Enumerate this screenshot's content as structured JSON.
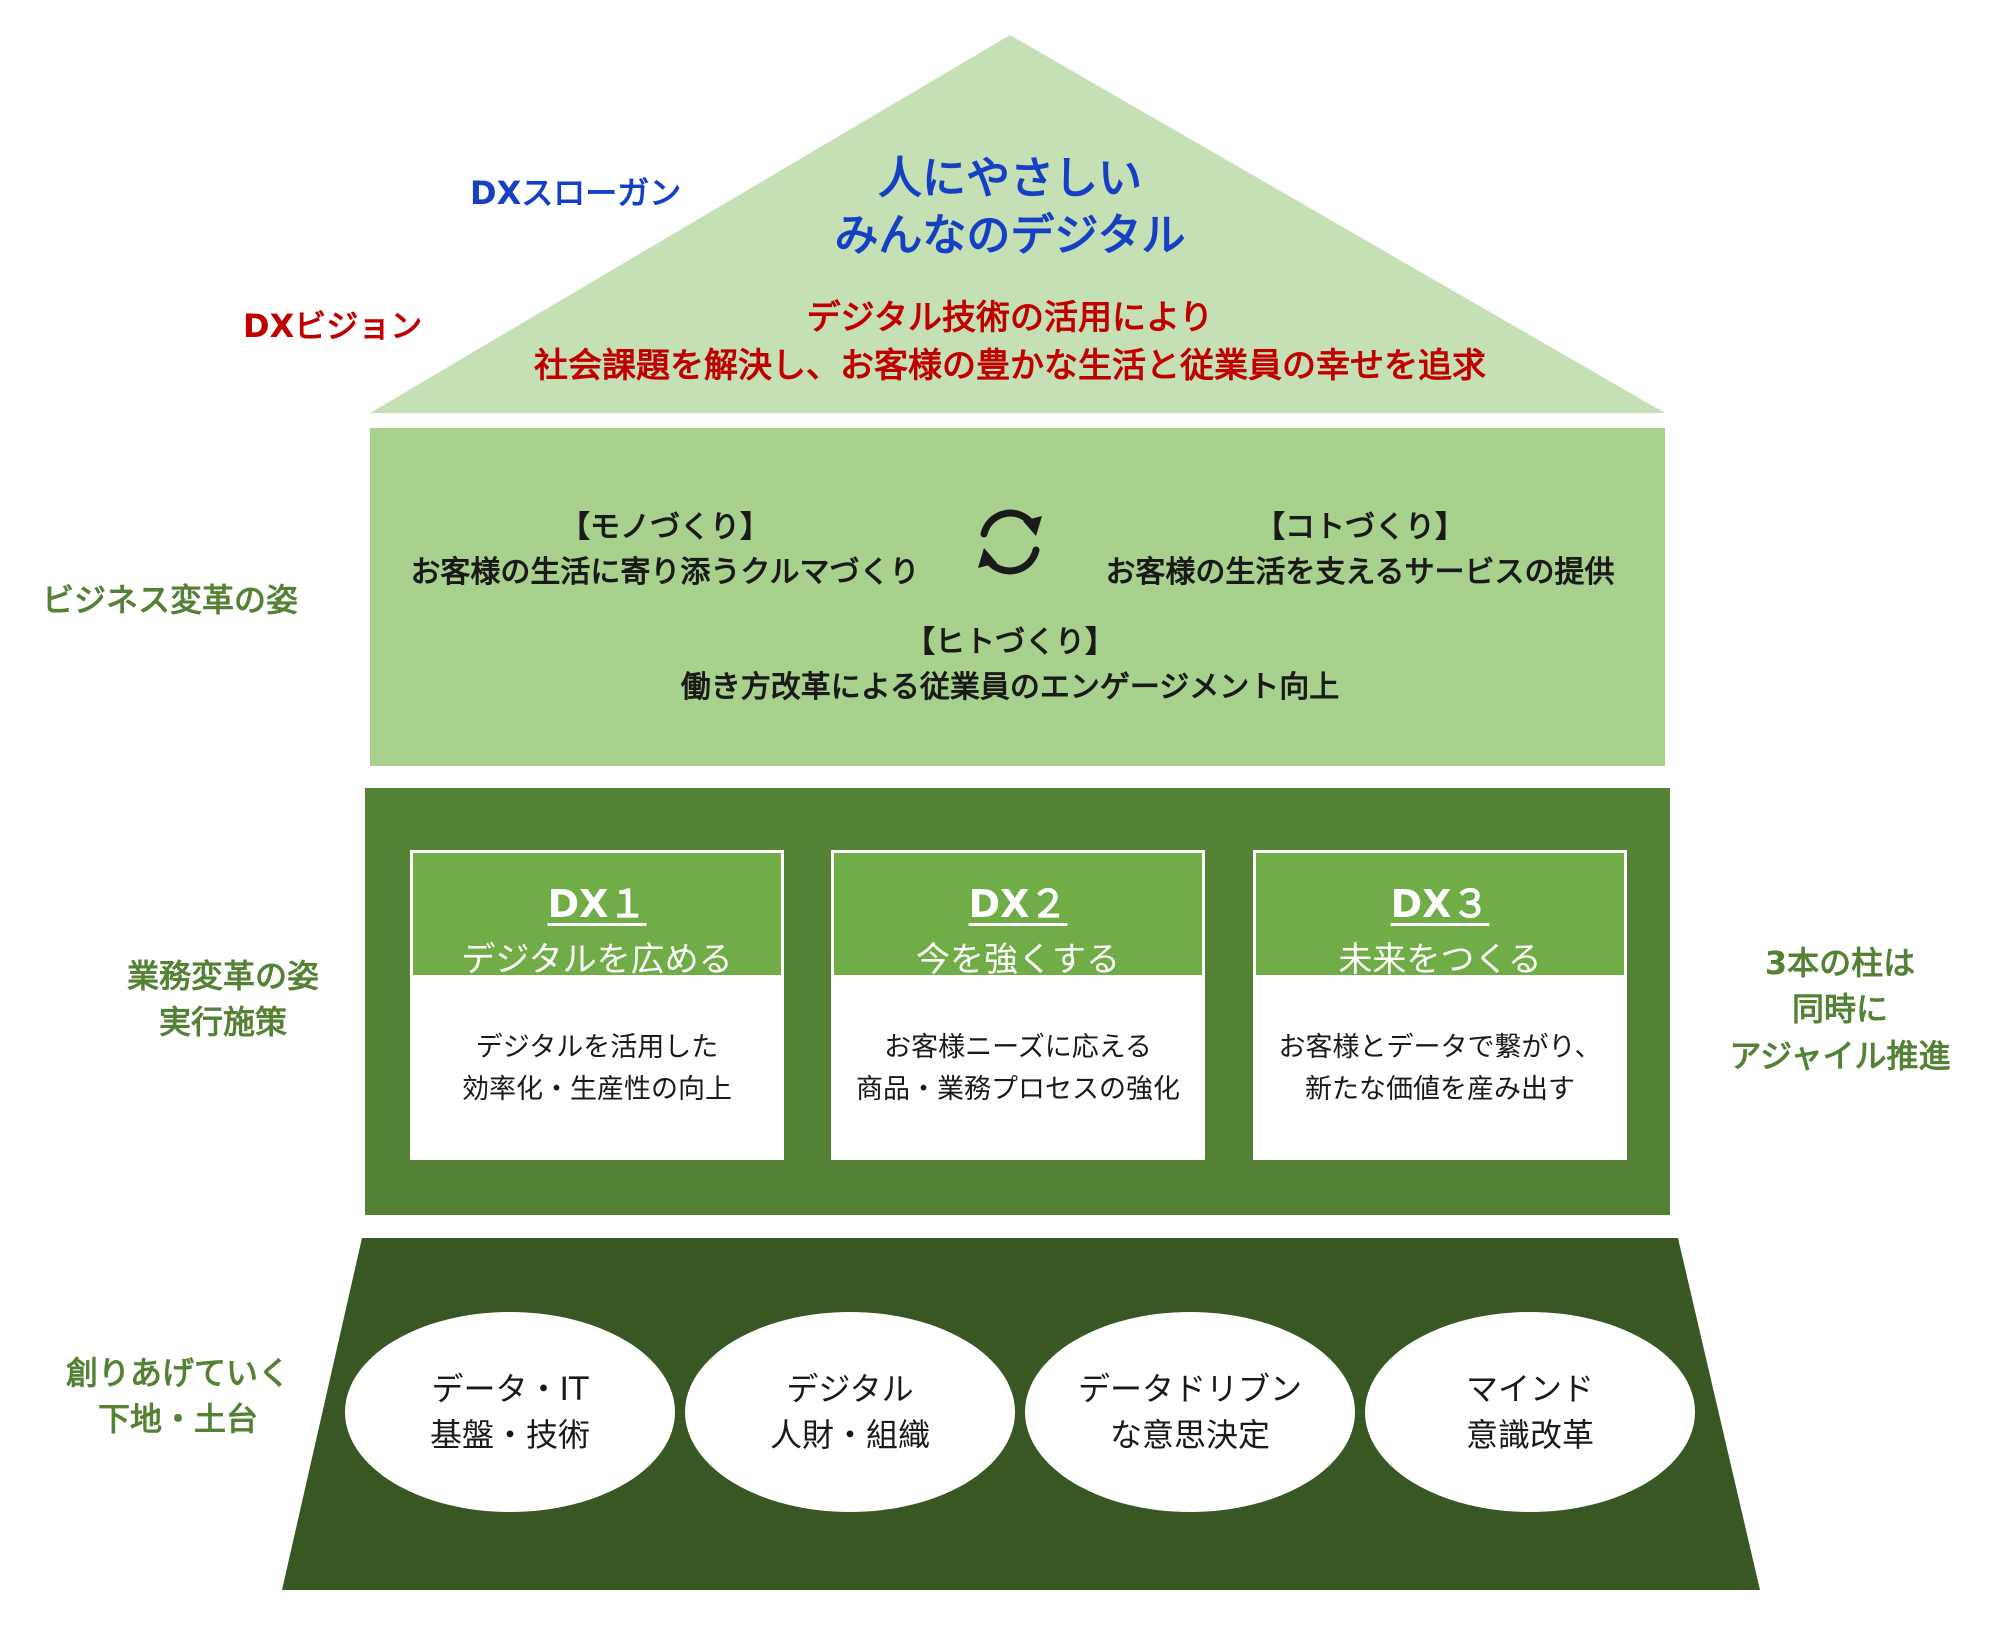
{
  "labels": {
    "dx_slogan": "DXスローガン",
    "dx_vision": "DXビジョン",
    "business_transform": "ビジネス変革の姿",
    "operations_transform": [
      "業務変革の姿",
      "実行施策"
    ],
    "pillars": [
      "3本の柱は",
      "同時に",
      "アジャイル推進"
    ],
    "foundation": [
      "創りあげていく",
      "下地・土台"
    ]
  },
  "roof": {
    "slogan": [
      "人にやさしい",
      "みんなのデジタル"
    ],
    "vision": [
      "デジタル技術の活用により",
      "社会課題を解決し、お客様の豊かな生活と従業員の幸せを追求"
    ]
  },
  "business": {
    "mono": {
      "title": "【モノづくり】",
      "desc": "お客様の生活に寄り添うクルマづくり"
    },
    "koto": {
      "title": "【コトづくり】",
      "desc": "お客様の生活を支えるサービスの提供"
    },
    "hito": {
      "title": "【ヒトづくり】",
      "desc": "働き方改革による従業員のエンゲージメント向上"
    },
    "cycle_icon": "cycle-arrows-icon"
  },
  "dx_pillars": [
    {
      "num": "DX１",
      "title": "デジタルを広める",
      "desc": [
        "デジタルを活用した",
        "効率化・生産性の向上"
      ]
    },
    {
      "num": "DX２",
      "title": "今を強くする",
      "desc": [
        "お客様ニーズに応える",
        "商品・業務プロセスの強化"
      ]
    },
    {
      "num": "DX３",
      "title": "未来をつくる",
      "desc": [
        "お客様とデータで繋がり、",
        "新たな価値を産み出す"
      ]
    }
  ],
  "foundation_items": [
    [
      "データ・IT",
      "基盤・技術"
    ],
    [
      "デジタル",
      "人財・組織"
    ],
    [
      "データドリブン",
      "な意思決定"
    ],
    [
      "マインド",
      "意識改革"
    ]
  ],
  "colors": {
    "roof": "#c5e0b4",
    "business_band": "#a9d18e",
    "operations_band": "#548235",
    "dx_header": "#70ad47",
    "foundation": "#385723",
    "slogan_text": "#1540c4",
    "vision_text": "#c00000",
    "label_green": "#548235"
  }
}
